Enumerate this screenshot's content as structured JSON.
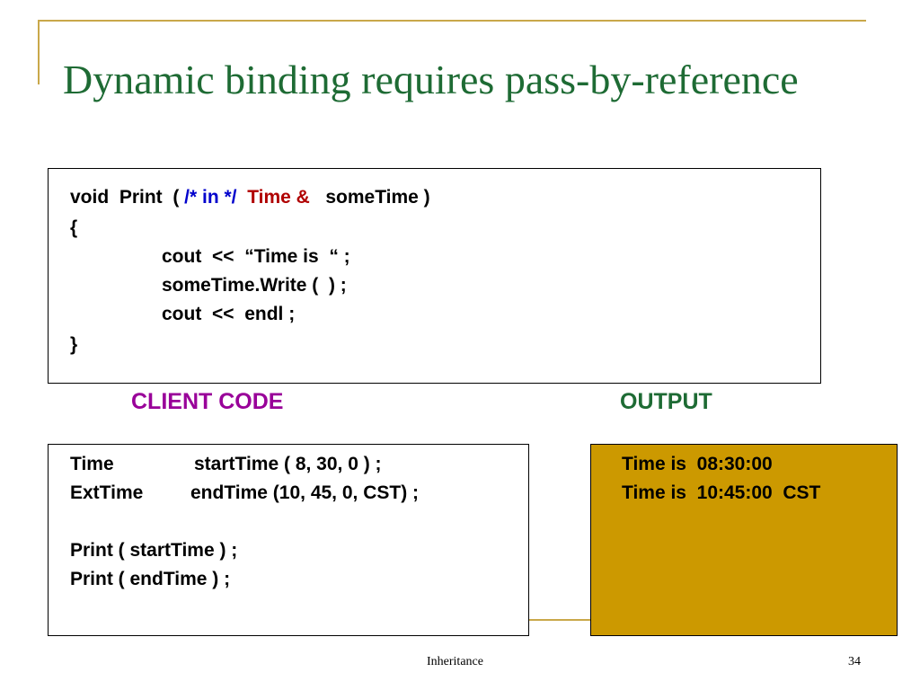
{
  "slide": {
    "title": "Dynamic binding requires pass-by-reference",
    "function_code": {
      "l1_a": "void  Print  ( ",
      "l1_b": "/* in */",
      "l1_c": "  ",
      "l1_d": "Time &",
      "l1_e": "   someTime )",
      "l2": "{",
      "l3": "cout  <<  “Time is  “ ;",
      "l4": "someTime.Write (  ) ;",
      "l5": "cout  <<  endl ;",
      "l6": "}"
    },
    "client_label": "CLIENT  CODE",
    "output_label": "OUTPUT",
    "client_code": {
      "l1_a": "Time",
      "l1_b": "startTime ( 8, 30, 0 ) ;",
      "l2_a": "ExtTime",
      "l2_b": "endTime (10, 45, 0, CST) ;",
      "l3": "Print ( startTime ) ;",
      "l4": "Print ( endTime ) ;"
    },
    "output_lines": [
      "Time is  08:30:00",
      "Time is  10:45:00  CST"
    ],
    "footer_text": "Inheritance",
    "page_number": "34"
  },
  "colors": {
    "title": "#1e6b34",
    "client_label": "#990099",
    "output_label": "#1e6b34",
    "output_box": "#cc9900",
    "accent_line": "#c9a84a"
  }
}
